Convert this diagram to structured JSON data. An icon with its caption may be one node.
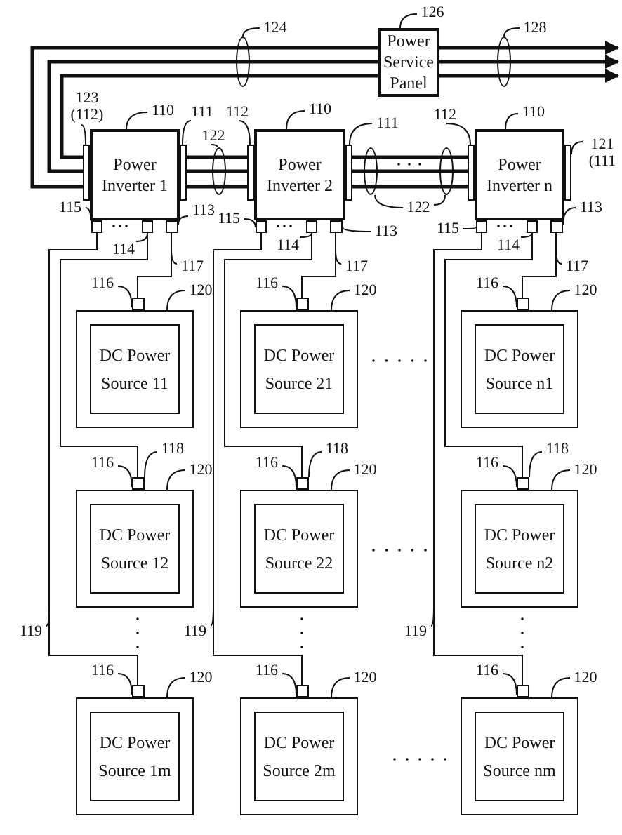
{
  "diagram": {
    "nodes": [
      {
        "text": [
          "126"
        ]
      },
      {
        "text": [
          "124"
        ]
      },
      {
        "text": [
          "128"
        ]
      },
      {
        "text": [
          "Power Service Panel"
        ]
      },
      {
        "text": [
          "123 (112)"
        ]
      },
      {
        "text": [
          "110"
        ]
      },
      {
        "text": [
          "111"
        ]
      },
      {
        "text": [
          "122"
        ]
      },
      {
        "text": [
          "112"
        ]
      },
      {
        "text": [
          "110"
        ]
      },
      {
        "text": [
          "111"
        ]
      },
      {
        "text": [
          "112"
        ]
      },
      {
        "text": [
          "110"
        ]
      },
      {
        "text": [
          "121 (111"
        ]
      },
      {
        "text": [
          "Power Inverter 1"
        ]
      },
      {
        "text": [],
        "shape": "box"
      },
      {
        "text": [],
        "shape": "box"
      },
      {
        "text": [
          "Power Inverter 2"
        ]
      },
      {
        "text": [],
        "shape": "box"
      },
      {
        "text": [],
        "shape": "box"
      },
      {
        "text": [
          "Power Inverter n"
        ]
      },
      {
        "text": [],
        "shape": "box"
      },
      {
        "text": [],
        "shape": "box"
      },
      {
        "text": [
          "122"
        ]
      },
      {
        "text": [
          "115"
        ]
      },
      {
        "text": [
          "113"
        ]
      },
      {
        "text": [
          "115"
        ]
      },
      {
        "text": [
          "113"
        ]
      },
      {
        "text": [
          "115"
        ]
      },
      {
        "text": [
          "113"
        ]
      },
      {
        "text": [],
        "shape": "box"
      },
      {
        "text": [],
        "shape": "box"
      },
      {
        "text": [],
        "shape": "box"
      },
      {
        "text": [],
        "shape": "box"
      },
      {
        "text": [],
        "shape": "box"
      },
      {
        "text": [],
        "shape": "box"
      },
      {
        "text": [],
        "shape": "box"
      },
      {
        "text": [],
        "shape": "box"
      },
      {
        "text": [],
        "shape": "box"
      },
      {
        "text": [
          "114"
        ]
      },
      {
        "text": [
          "114"
        ]
      },
      {
        "text": [
          "114"
        ]
      },
      {
        "text": [
          "117"
        ]
      },
      {
        "text": [
          "117"
        ]
      },
      {
        "text": [
          "117"
        ]
      },
      {
        "text": [
          "116"
        ]
      },
      {
        "text": [
          "120"
        ]
      },
      {
        "text": [
          "116"
        ]
      },
      {
        "text": [
          "120"
        ]
      },
      {
        "text": [
          "116"
        ]
      },
      {
        "text": [
          "120"
        ]
      },
      {
        "text": [],
        "shape": "box"
      },
      {
        "text": [
          "DC Power Source 11"
        ]
      },
      {
        "text": [],
        "shape": "box"
      },
      {
        "text": [
          "DC Power Source 21"
        ]
      },
      {
        "text": [],
        "shape": "box"
      },
      {
        "text": [
          "DC Power Source n1"
        ]
      },
      {
        "text": [
          "118"
        ]
      },
      {
        "text": [
          "118"
        ]
      },
      {
        "text": [
          "118"
        ]
      },
      {
        "text": [
          "116"
        ]
      },
      {
        "text": [
          "120"
        ]
      },
      {
        "text": [
          "116"
        ]
      },
      {
        "text": [
          "120"
        ]
      },
      {
        "text": [
          "116"
        ]
      },
      {
        "text": [
          "120"
        ]
      },
      {
        "text": [],
        "shape": "box"
      },
      {
        "text": [
          "DC Power Source 12"
        ]
      },
      {
        "text": [],
        "shape": "box"
      },
      {
        "text": [
          "DC Power Source 22"
        ]
      },
      {
        "text": [],
        "shape": "box"
      },
      {
        "text": [
          "DC Power Source n2"
        ]
      },
      {
        "text": [
          "119"
        ]
      },
      {
        "text": [
          "119"
        ]
      },
      {
        "text": [
          "119"
        ]
      },
      {
        "text": [
          "116"
        ]
      },
      {
        "text": [
          "120"
        ]
      },
      {
        "text": [
          "116"
        ]
      },
      {
        "text": [
          "120"
        ]
      },
      {
        "text": [
          "116"
        ]
      },
      {
        "text": [
          "120"
        ]
      },
      {
        "text": [],
        "shape": "box"
      },
      {
        "text": [
          "DC Power Source 1m"
        ]
      },
      {
        "text": [],
        "shape": "box"
      },
      {
        "text": [
          "DC Power Source 2m"
        ]
      },
      {
        "text": [],
        "shape": "box"
      },
      {
        "text": [
          "DC Power Source nm"
        ]
      },
      {
        "text": [],
        "shape": "ellipse"
      },
      {
        "text": [],
        "shape": "ellipse"
      },
      {
        "text": [],
        "shape": "ellipse"
      },
      {
        "text": [],
        "shape": "ellipse"
      },
      {
        "text": [],
        "shape": "ellipse"
      }
    ],
    "edges": [
      {
        "from": 0,
        "to": 3,
        "arrow": "none"
      },
      {
        "from": 1,
        "to": 87,
        "arrow": "none"
      },
      {
        "from": 2,
        "to": 88,
        "arrow": "none"
      },
      {
        "from": 4,
        "to": 15,
        "arrow": "none"
      },
      {
        "from": 5,
        "to": 14,
        "arrow": "none"
      },
      {
        "from": 6,
        "to": 16,
        "arrow": "none"
      },
      {
        "from": 7,
        "to": 89,
        "arrow": "none"
      },
      {
        "from": 8,
        "to": 18,
        "arrow": "none"
      },
      {
        "from": 9,
        "to": 17,
        "arrow": "none"
      },
      {
        "from": 10,
        "to": 19,
        "arrow": "none"
      },
      {
        "from": 11,
        "to": 21,
        "arrow": "none"
      },
      {
        "from": 12,
        "to": 20,
        "arrow": "none"
      },
      {
        "from": 13,
        "to": 22,
        "arrow": "none"
      },
      {
        "from": 23,
        "to": 90,
        "arrow": "none"
      },
      {
        "from": 23,
        "to": 91,
        "arrow": "none"
      },
      {
        "from": 24,
        "to": 30,
        "arrow": "none"
      },
      {
        "from": 25,
        "to": 32,
        "arrow": "none"
      },
      {
        "from": 26,
        "to": 33,
        "arrow": "none"
      },
      {
        "from": 27,
        "to": 35,
        "arrow": "none"
      },
      {
        "from": 28,
        "to": 36,
        "arrow": "none"
      },
      {
        "from": 29,
        "to": 38,
        "arrow": "none"
      },
      {
        "from": 39,
        "to": 31,
        "arrow": "none"
      },
      {
        "from": 40,
        "to": 34,
        "arrow": "none"
      },
      {
        "from": 41,
        "to": 37,
        "arrow": "none"
      },
      {
        "from": 42,
        "to": null,
        "arrow": "none"
      },
      {
        "from": 43,
        "to": null,
        "arrow": "none"
      },
      {
        "from": 44,
        "to": null,
        "arrow": "none"
      },
      {
        "from": 45,
        "to": 51,
        "arrow": "none"
      },
      {
        "from": 46,
        "to": 52,
        "arrow": "none"
      },
      {
        "from": 47,
        "to": 53,
        "arrow": "none"
      },
      {
        "from": 48,
        "to": 54,
        "arrow": "none"
      },
      {
        "from": 49,
        "to": 55,
        "arrow": "none"
      },
      {
        "from": 50,
        "to": 56,
        "arrow": "none"
      },
      {
        "from": 57,
        "to": 66,
        "arrow": "none"
      },
      {
        "from": 58,
        "to": 68,
        "arrow": "none"
      },
      {
        "from": 59,
        "to": 70,
        "arrow": "none"
      },
      {
        "from": 60,
        "to": 66,
        "arrow": "none"
      },
      {
        "from": 61,
        "to": 67,
        "arrow": "none"
      },
      {
        "from": 62,
        "to": 68,
        "arrow": "none"
      },
      {
        "from": 63,
        "to": 69,
        "arrow": "none"
      },
      {
        "from": 64,
        "to": 70,
        "arrow": "none"
      },
      {
        "from": 65,
        "to": 71,
        "arrow": "none"
      },
      {
        "from": 72,
        "to": null,
        "arrow": "none"
      },
      {
        "from": 73,
        "to": null,
        "arrow": "none"
      },
      {
        "from": 74,
        "to": null,
        "arrow": "none"
      },
      {
        "from": 75,
        "to": 81,
        "arrow": "none"
      },
      {
        "from": 76,
        "to": 82,
        "arrow": "none"
      },
      {
        "from": 77,
        "to": 83,
        "arrow": "none"
      },
      {
        "from": 78,
        "to": 84,
        "arrow": "none"
      },
      {
        "from": 79,
        "to": 85,
        "arrow": "none"
      },
      {
        "from": 80,
        "to": 86,
        "arrow": "none"
      },
      {
        "from": 3,
        "to": 15,
        "arrow": "none",
        "style": "thick"
      },
      {
        "from": 3,
        "to": 15,
        "arrow": "none",
        "style": "thick"
      },
      {
        "from": 3,
        "to": 15,
        "arrow": "none",
        "style": "thick"
      },
      {
        "from": 3,
        "to": null,
        "arrow": "to",
        "style": "thick"
      },
      {
        "from": 3,
        "to": null,
        "arrow": "to",
        "style": "thick"
      },
      {
        "from": 3,
        "to": null,
        "arrow": "to",
        "style": "thick"
      },
      {
        "from": 16,
        "to": 18,
        "arrow": "none",
        "style": "thick"
      },
      {
        "from": 16,
        "to": 18,
        "arrow": "none",
        "style": "thick"
      },
      {
        "from": 16,
        "to": 18,
        "arrow": "none",
        "style": "thick"
      },
      {
        "from": 19,
        "to": 21,
        "arrow": "none",
        "style": "thick"
      },
      {
        "from": 19,
        "to": 21,
        "arrow": "none",
        "style": "thick"
      },
      {
        "from": 19,
        "to": 21,
        "arrow": "none",
        "style": "thick"
      },
      {
        "from": 32,
        "to": 51,
        "arrow": "none"
      },
      {
        "from": 31,
        "to": 66,
        "arrow": "none"
      },
      {
        "from": 30,
        "to": 81,
        "arrow": "none"
      },
      {
        "from": 35,
        "to": 53,
        "arrow": "none"
      },
      {
        "from": 34,
        "to": 68,
        "arrow": "none"
      },
      {
        "from": 33,
        "to": 83,
        "arrow": "none"
      },
      {
        "from": 38,
        "to": 55,
        "arrow": "none"
      },
      {
        "from": 37,
        "to": 70,
        "arrow": "none"
      },
      {
        "from": 36,
        "to": 85,
        "arrow": "none"
      }
    ]
  }
}
